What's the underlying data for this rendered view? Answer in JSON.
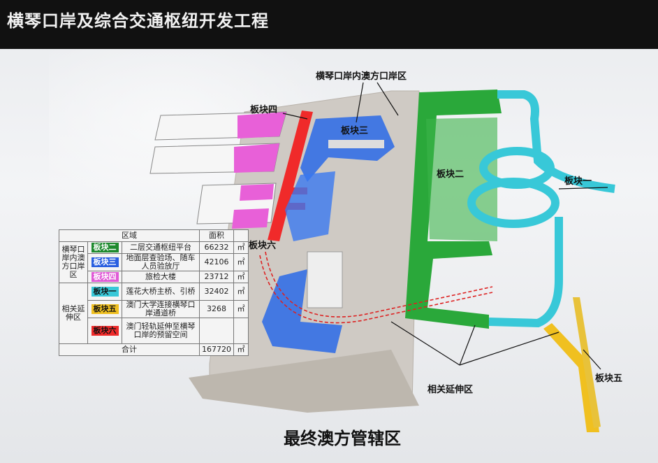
{
  "header": {
    "title": "横琴口岸及综合交通枢纽开发工程"
  },
  "labels": {
    "zone_inner": "横琴口岸内澳方口岸区",
    "block1": "板块一",
    "block2": "板块二",
    "block3": "板块三",
    "block4": "板块四",
    "block5": "板块五",
    "block6": "板块六",
    "extension": "相关延伸区",
    "bottom_title": "最终澳方管辖区"
  },
  "legend": {
    "col_area": "区域",
    "col_size": "面积",
    "group1": "横琴口岸内澳方口岸区",
    "group2": "相关延伸区",
    "unit": "㎡",
    "total_label": "合计",
    "total_value": "167720",
    "rows": [
      {
        "block": "板块二",
        "desc": "二层交通枢纽平台",
        "area": "66232",
        "color": "#1e8a2e"
      },
      {
        "block": "板块三",
        "desc": "地面层查验场、随车人员验放厅",
        "area": "42106",
        "color": "#2a5fe0"
      },
      {
        "block": "板块四",
        "desc": "旅检大楼",
        "area": "23712",
        "color": "#e05ad6"
      },
      {
        "block": "板块一",
        "desc": "莲花大桥主桥、引桥",
        "area": "32402",
        "color": "#38c8d8"
      },
      {
        "block": "板块五",
        "desc": "澳门大学连接横琴口岸通道桥",
        "area": "3268",
        "color": "#f0c020"
      },
      {
        "block": "板块六",
        "desc": "澳门轻轨延伸至横琴口岸的预留空间",
        "area": "",
        "color": "#ee2a2a"
      }
    ]
  },
  "colors": {
    "block1": "#38c8d8",
    "block2": "#2aa83a",
    "block3": "#2a6ae8",
    "block4": "#e860d8",
    "block5": "#f0c020",
    "block6": "#f02a2a"
  }
}
